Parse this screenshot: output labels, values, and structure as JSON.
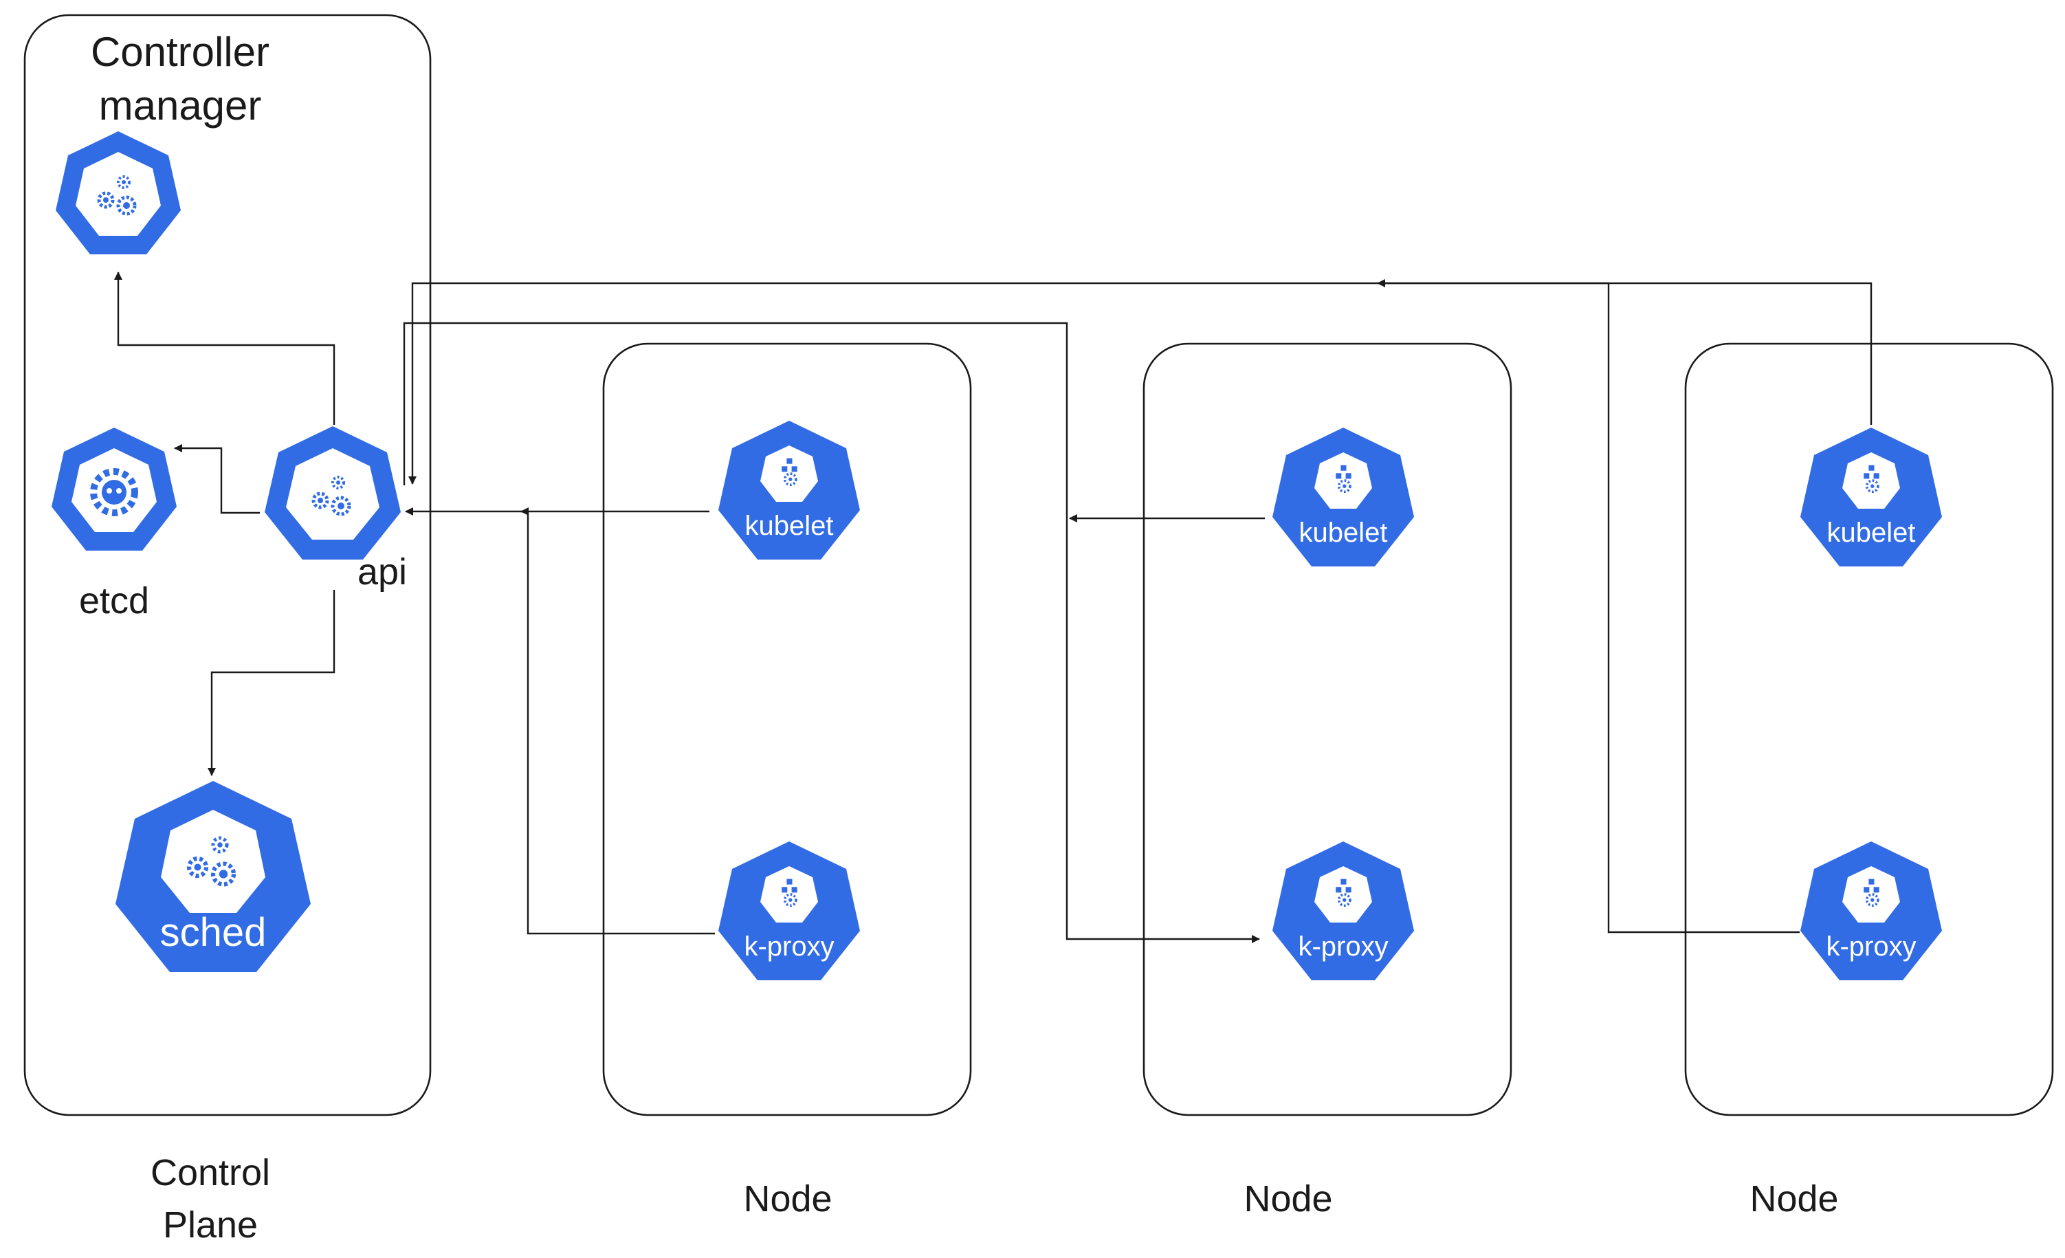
{
  "control_plane": {
    "label_line1": "Control",
    "label_line2": "Plane",
    "controller_manager_line1": "Controller",
    "controller_manager_line2": "manager",
    "etcd_label": "etcd",
    "api_label": "api",
    "sched_label": "sched"
  },
  "nodes": [
    {
      "label": "Node",
      "kubelet_label": "kubelet",
      "kproxy_label": "k-proxy"
    },
    {
      "label": "Node",
      "kubelet_label": "kubelet",
      "kproxy_label": "k-proxy"
    },
    {
      "label": "Node",
      "kubelet_label": "kubelet",
      "kproxy_label": "k-proxy"
    }
  ],
  "colors": {
    "k8s_blue": "#326ce5",
    "icon_white": "#ffffff",
    "line": "#1a1a1a"
  }
}
